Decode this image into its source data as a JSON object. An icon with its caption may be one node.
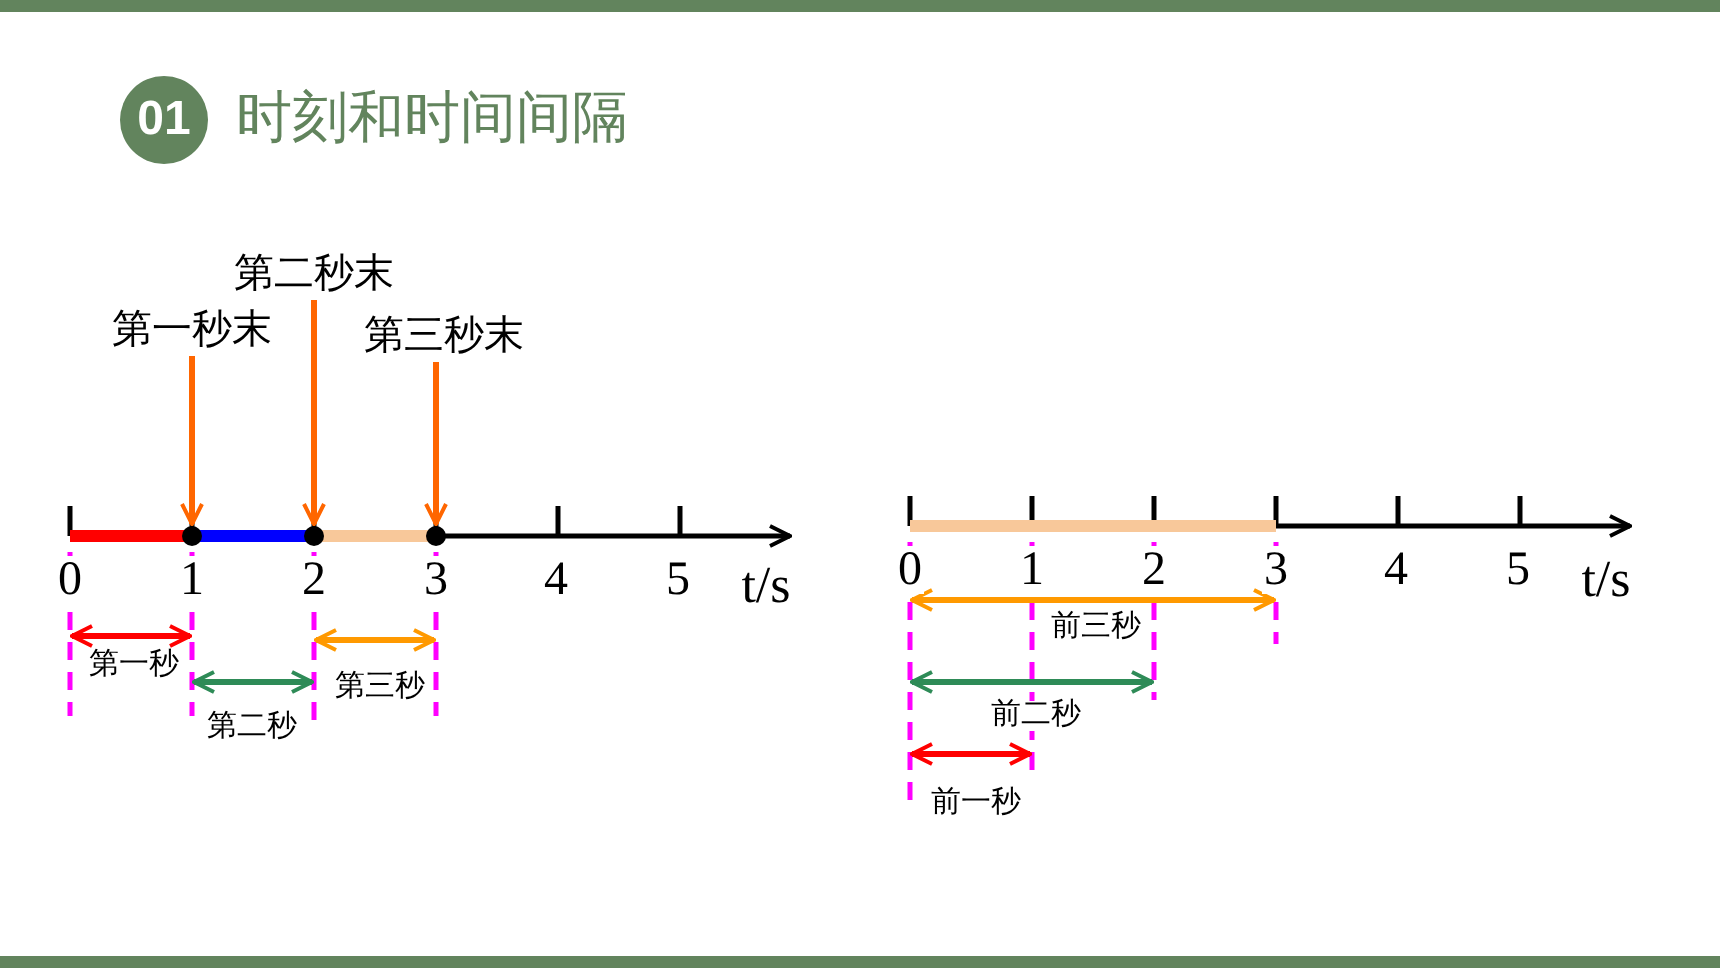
{
  "diagram": {
    "title": "时刻和时间间隔",
    "nodes": [
      {
        "text": [
          "01"
        ]
      },
      {
        "text": [
          "第二秒末"
        ]
      },
      {
        "text": [
          "第一秒末"
        ]
      },
      {
        "text": [
          "第三秒末"
        ]
      },
      {
        "text": [],
        "shape": "circle"
      },
      {
        "text": [],
        "shape": "circle"
      },
      {
        "text": [],
        "shape": "circle"
      }
    ],
    "edges": [
      {
        "from": 2,
        "to": 4,
        "arrow": "to"
      },
      {
        "from": 1,
        "to": 5,
        "arrow": "to"
      },
      {
        "from": 3,
        "to": 6,
        "arrow": "to"
      }
    ],
    "labels": [
      "0",
      "1",
      "2",
      "3",
      "4",
      "5",
      "t/s",
      "第一秒",
      "第三秒",
      "第二秒",
      "0",
      "1",
      "2",
      "3",
      "4",
      "5",
      "t/s",
      "前三秒",
      "前二秒",
      "前一秒"
    ]
  }
}
